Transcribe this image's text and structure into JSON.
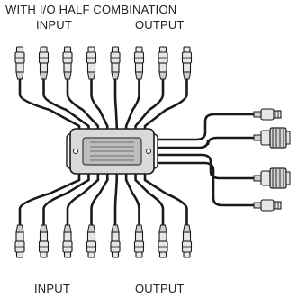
{
  "title": "WITH I/O HALF COMBINATION",
  "labels": {
    "top_input": "INPUT",
    "top_output": "OUTPUT",
    "bottom_input": "INPUT",
    "bottom_output": "OUTPUT"
  },
  "colors": {
    "line": "#1a1a1a",
    "hub_fill": "#d9d9d9",
    "connector_fill": "#e6e6e6",
    "background": "#ffffff"
  },
  "connectors": {
    "top_bnc_count": 8,
    "bottom_bnc_count": 8,
    "right_cable_count": 4
  }
}
